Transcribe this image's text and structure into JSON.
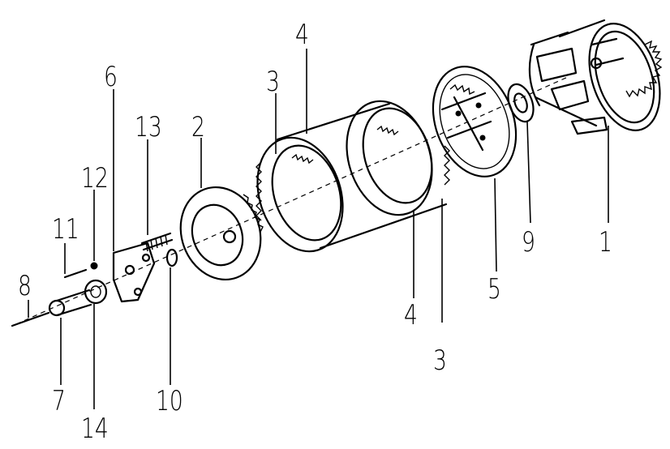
{
  "labels": {
    "p1": "1",
    "p2": "2",
    "p3_left": "3",
    "p3_right": "3",
    "p4_top": "4",
    "p4_bottom": "4",
    "p5": "5",
    "p6": "6",
    "p7": "7",
    "p8": "8",
    "p9": "9",
    "p10": "10",
    "p11": "11",
    "p12": "12",
    "p13": "13",
    "p14": "14"
  }
}
